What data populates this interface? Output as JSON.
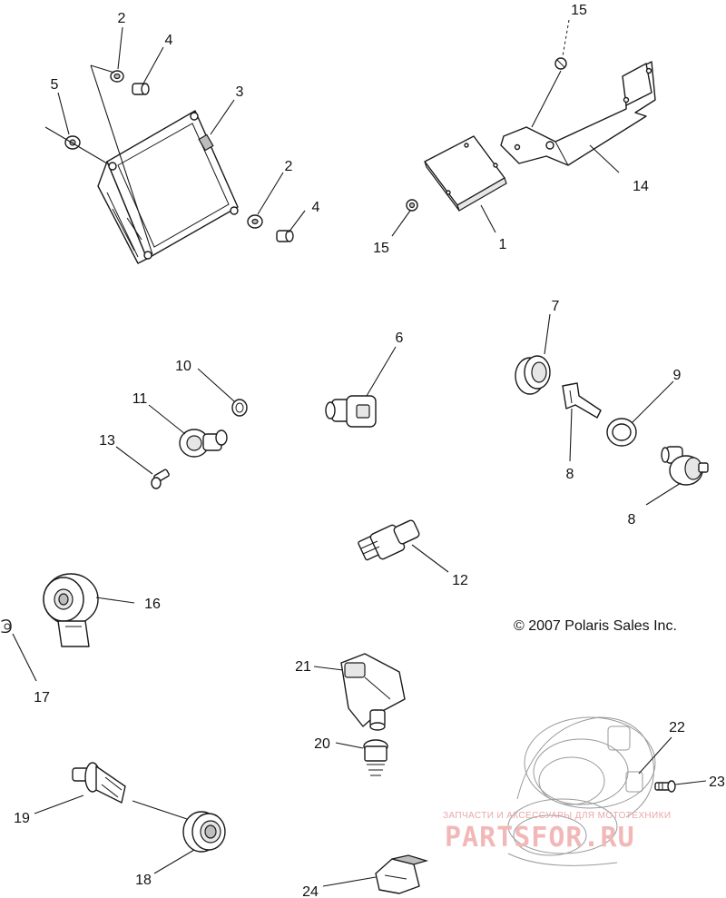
{
  "callouts": {
    "c1": "1",
    "c2a": "2",
    "c2b": "2",
    "c3": "3",
    "c4a": "4",
    "c4b": "4",
    "c5": "5",
    "c6": "6",
    "c7": "7",
    "c8a": "8",
    "c8b": "8",
    "c9": "9",
    "c10": "10",
    "c11": "11",
    "c12": "12",
    "c13": "13",
    "c14": "14",
    "c15a": "15",
    "c15b": "15",
    "c16": "16",
    "c17": "17",
    "c18": "18",
    "c19": "19",
    "c20": "20",
    "c21": "21",
    "c22": "22",
    "c23": "23",
    "c24": "24"
  },
  "copyright": "© 2007 Polaris Sales Inc.",
  "watermark": {
    "tagline": "ЗАПЧАСТИ И АКСЕССУАРЫ ДЛЯ МОТОТЕХНИКИ",
    "logo": "PARTSFOR.RU"
  }
}
